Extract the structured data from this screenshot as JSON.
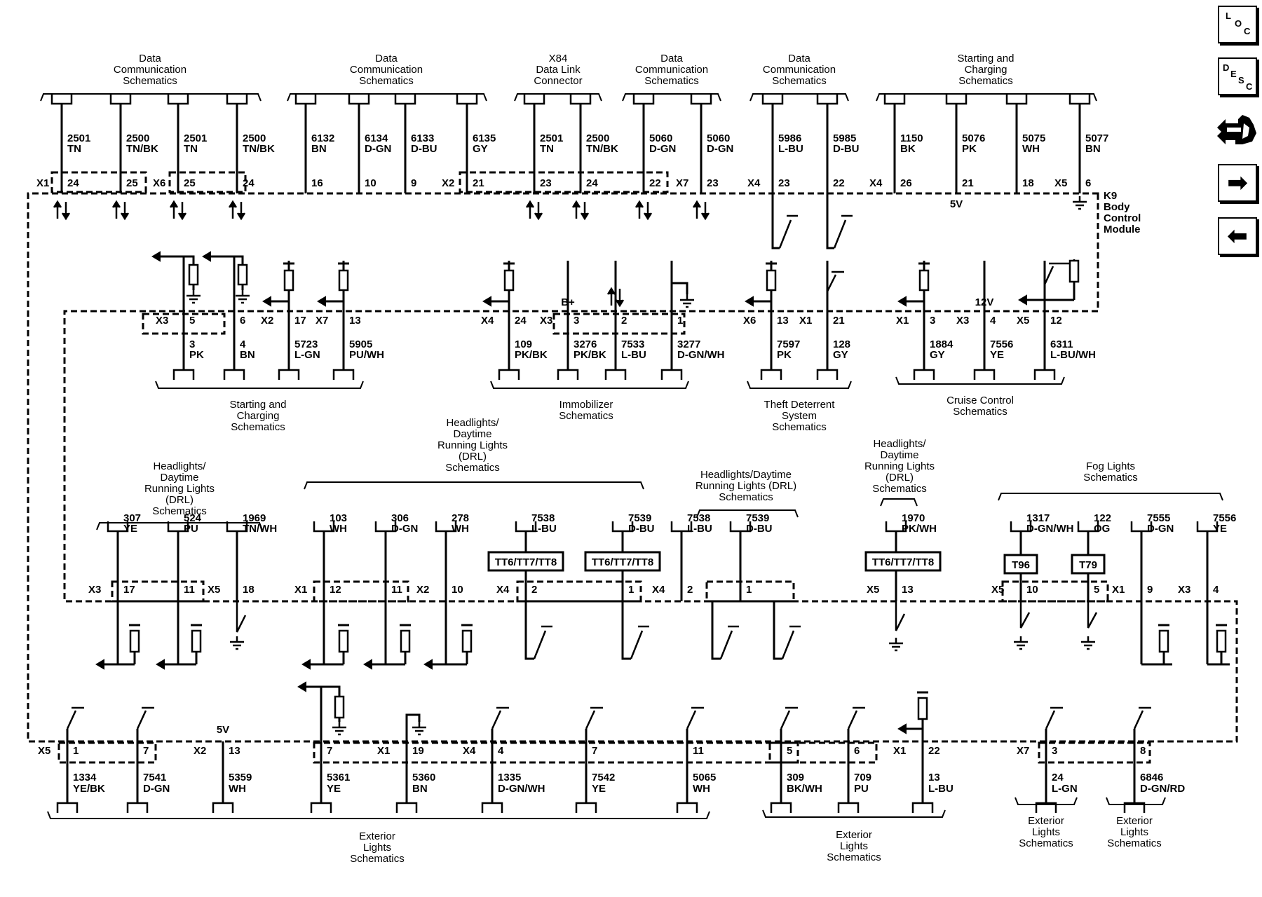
{
  "nav": {
    "loc_label": [
      "L",
      "O",
      "C"
    ],
    "desc_label": [
      "D",
      "E",
      "S",
      "C"
    ],
    "icons": [
      "location-icon",
      "description-icon",
      "connector-end-view-icon",
      "next-arrow-icon",
      "previous-arrow-icon"
    ],
    "next_glyph": "➡",
    "prev_glyph": "⬅"
  },
  "module": {
    "lines": [
      "K9",
      "Body",
      "Control",
      "Module"
    ]
  },
  "labels": {
    "bplus": "B+",
    "v5_top": "5V",
    "v12": "12V",
    "v5_bot": "5V"
  },
  "groups": {
    "g1": [
      "Data",
      "Communication",
      "Schematics"
    ],
    "g2": [
      "Data",
      "Communication",
      "Schematics"
    ],
    "g3": [
      "X84",
      "Data Link",
      "Connector"
    ],
    "g4": [
      "Data",
      "Communication",
      "Schematics"
    ],
    "g5": [
      "Data",
      "Communication",
      "Schematics"
    ],
    "g6": [
      "Starting and",
      "Charging",
      "Schematics"
    ],
    "g7": [
      "Starting and",
      "Charging",
      "Schematics"
    ],
    "g8": [
      "Immobilizer",
      "Schematics"
    ],
    "g9": [
      "Theft Deterrent",
      "System",
      "Schematics"
    ],
    "g10": [
      "Cruise Control",
      "Schematics"
    ],
    "g11": [
      "Headlights/",
      "Daytime",
      "Running Lights",
      "(DRL)",
      "Schematics"
    ],
    "g12": [
      "Headlights/",
      "Daytime",
      "Running Lights",
      "(DRL)",
      "Schematics"
    ],
    "g13": [
      "Headlights/Daytime",
      "Running Lights (DRL)",
      "Schematics"
    ],
    "g14": [
      "Headlights/",
      "Daytime",
      "Running Lights",
      "(DRL)",
      "Schematics"
    ],
    "g15": [
      "Fog Lights",
      "Schematics"
    ],
    "g16": [
      "Exterior",
      "Lights",
      "Schematics"
    ],
    "g17": [
      "Exterior",
      "Lights",
      "Schematics"
    ],
    "g18": [
      "Exterior",
      "Lights",
      "Schematics"
    ],
    "g19": [
      "Exterior",
      "Lights",
      "Schematics"
    ]
  },
  "wires": {
    "top": [
      {
        "conn": "X1",
        "pin": "24",
        "circuit": "2501",
        "color": "TN"
      },
      {
        "conn": "",
        "pin": "25",
        "circuit": "2500",
        "color": "TN/BK"
      },
      {
        "conn": "X6",
        "pin": "25",
        "circuit": "2501",
        "color": "TN"
      },
      {
        "conn": "",
        "pin": "24",
        "circuit": "2500",
        "color": "TN/BK"
      },
      {
        "conn": "",
        "pin": "16",
        "circuit": "6132",
        "color": "BN"
      },
      {
        "conn": "",
        "pin": "10",
        "circuit": "6134",
        "color": "D-GN"
      },
      {
        "conn": "",
        "pin": "9",
        "circuit": "6133",
        "color": "D-BU"
      },
      {
        "conn": "X2",
        "pin": "21",
        "circuit": "6135",
        "color": "GY"
      },
      {
        "conn": "",
        "pin": "23",
        "circuit": "2501",
        "color": "TN"
      },
      {
        "conn": "",
        "pin": "24",
        "circuit": "2500",
        "color": "TN/BK"
      },
      {
        "conn": "",
        "pin": "22",
        "circuit": "5060",
        "color": "D-GN"
      },
      {
        "conn": "X7",
        "pin": "23",
        "circuit": "5060",
        "color": "D-GN"
      },
      {
        "conn": "X4",
        "pin": "23",
        "circuit": "5986",
        "color": "L-BU"
      },
      {
        "conn": "",
        "pin": "22",
        "circuit": "5985",
        "color": "D-BU"
      },
      {
        "conn": "X4",
        "pin": "26",
        "circuit": "1150",
        "color": "BK"
      },
      {
        "conn": "",
        "pin": "21",
        "circuit": "5076",
        "color": "PK"
      },
      {
        "conn": "",
        "pin": "18",
        "circuit": "5075",
        "color": "WH"
      },
      {
        "conn": "X5",
        "pin": "6",
        "circuit": "5077",
        "color": "BN"
      }
    ],
    "row2": [
      {
        "conn": "X3",
        "pin": "5",
        "circuit": "3",
        "color": "PK"
      },
      {
        "conn": "",
        "pin": "6",
        "circuit": "4",
        "color": "BN"
      },
      {
        "conn": "X2",
        "pin": "17",
        "circuit": "5723",
        "color": "L-GN"
      },
      {
        "conn": "X7",
        "pin": "13",
        "circuit": "5905",
        "color": "PU/WH"
      },
      {
        "conn": "X4",
        "pin": "24",
        "circuit": "109",
        "color": "PK/BK"
      },
      {
        "conn": "X3",
        "pin": "3",
        "circuit": "3276",
        "color": "PK/BK"
      },
      {
        "conn": "",
        "pin": "2",
        "circuit": "7533",
        "color": "L-BU"
      },
      {
        "conn": "",
        "pin": "1",
        "circuit": "3277",
        "color": "D-GN/WH"
      },
      {
        "conn": "X6",
        "pin": "13",
        "circuit": "7597",
        "color": "PK"
      },
      {
        "conn": "X1",
        "pin": "21",
        "circuit": "128",
        "color": "GY"
      },
      {
        "conn": "X1",
        "pin": "3",
        "circuit": "1884",
        "color": "GY"
      },
      {
        "conn": "X3",
        "pin": "4",
        "circuit": "7556",
        "color": "YE"
      },
      {
        "conn": "X5",
        "pin": "12",
        "circuit": "6311",
        "color": "L-BU/WH"
      }
    ],
    "row3": [
      {
        "conn": "X3",
        "pin": "17",
        "circuit": "307",
        "color": "YE"
      },
      {
        "conn": "",
        "pin": "11",
        "circuit": "524",
        "color": "PU"
      },
      {
        "conn": "X5",
        "pin": "18",
        "circuit": "1969",
        "color": "TN/WH"
      },
      {
        "conn": "X1",
        "pin": "12",
        "circuit": "103",
        "color": "WH"
      },
      {
        "conn": "",
        "pin": "11",
        "circuit": "306",
        "color": "D-GN"
      },
      {
        "conn": "X2",
        "pin": "10",
        "circuit": "278",
        "color": "WH"
      },
      {
        "conn": "X4",
        "pin": "2",
        "circuit": "7538",
        "color": "L-BU"
      },
      {
        "conn": "",
        "pin": "1",
        "circuit": "7539",
        "color": "D-BU"
      },
      {
        "conn": "X4",
        "pin": "2",
        "circuit": "7538",
        "color": "L-BU"
      },
      {
        "conn": "",
        "pin": "1",
        "circuit": "7539",
        "color": "D-BU"
      },
      {
        "conn": "X5",
        "pin": "13",
        "circuit": "1970",
        "color": "PK/WH"
      },
      {
        "conn": "X5",
        "pin": "10",
        "circuit": "1317",
        "color": "D-GN/WH"
      },
      {
        "conn": "",
        "pin": "5",
        "circuit": "122",
        "color": "OG"
      },
      {
        "conn": "X1",
        "pin": "9",
        "circuit": "7555",
        "color": "D-GN"
      },
      {
        "conn": "X3",
        "pin": "4",
        "circuit": "7556",
        "color": "YE"
      }
    ],
    "bottom": [
      {
        "conn": "X5",
        "pin": "1",
        "circuit": "1334",
        "color": "YE/BK"
      },
      {
        "conn": "",
        "pin": "7",
        "circuit": "7541",
        "color": "D-GN"
      },
      {
        "conn": "X2",
        "pin": "13",
        "circuit": "5359",
        "color": "WH"
      },
      {
        "conn": "",
        "pin": "7",
        "circuit": "5361",
        "color": "YE"
      },
      {
        "conn": "X1",
        "pin": "19",
        "circuit": "5360",
        "color": "BN"
      },
      {
        "conn": "X4",
        "pin": "4",
        "circuit": "1335",
        "color": "D-GN/WH"
      },
      {
        "conn": "",
        "pin": "7",
        "circuit": "7542",
        "color": "YE"
      },
      {
        "conn": "",
        "pin": "11",
        "circuit": "5065",
        "color": "WH"
      },
      {
        "conn": "",
        "pin": "5",
        "circuit": "309",
        "color": "BK/WH"
      },
      {
        "conn": "",
        "pin": "6",
        "circuit": "709",
        "color": "PU"
      },
      {
        "conn": "X1",
        "pin": "22",
        "circuit": "13",
        "color": "L-BU"
      },
      {
        "conn": "X7",
        "pin": "3",
        "circuit": "24",
        "color": "L-GN"
      },
      {
        "conn": "",
        "pin": "8",
        "circuit": "6846",
        "color": "D-GN/RD"
      }
    ]
  },
  "boxes": {
    "tt1": "TT6/TT7/TT8",
    "tt2": "TT6/TT7/TT8",
    "tt3": "TT6/TT7/TT8",
    "t96": "T96",
    "t79": "T79"
  }
}
